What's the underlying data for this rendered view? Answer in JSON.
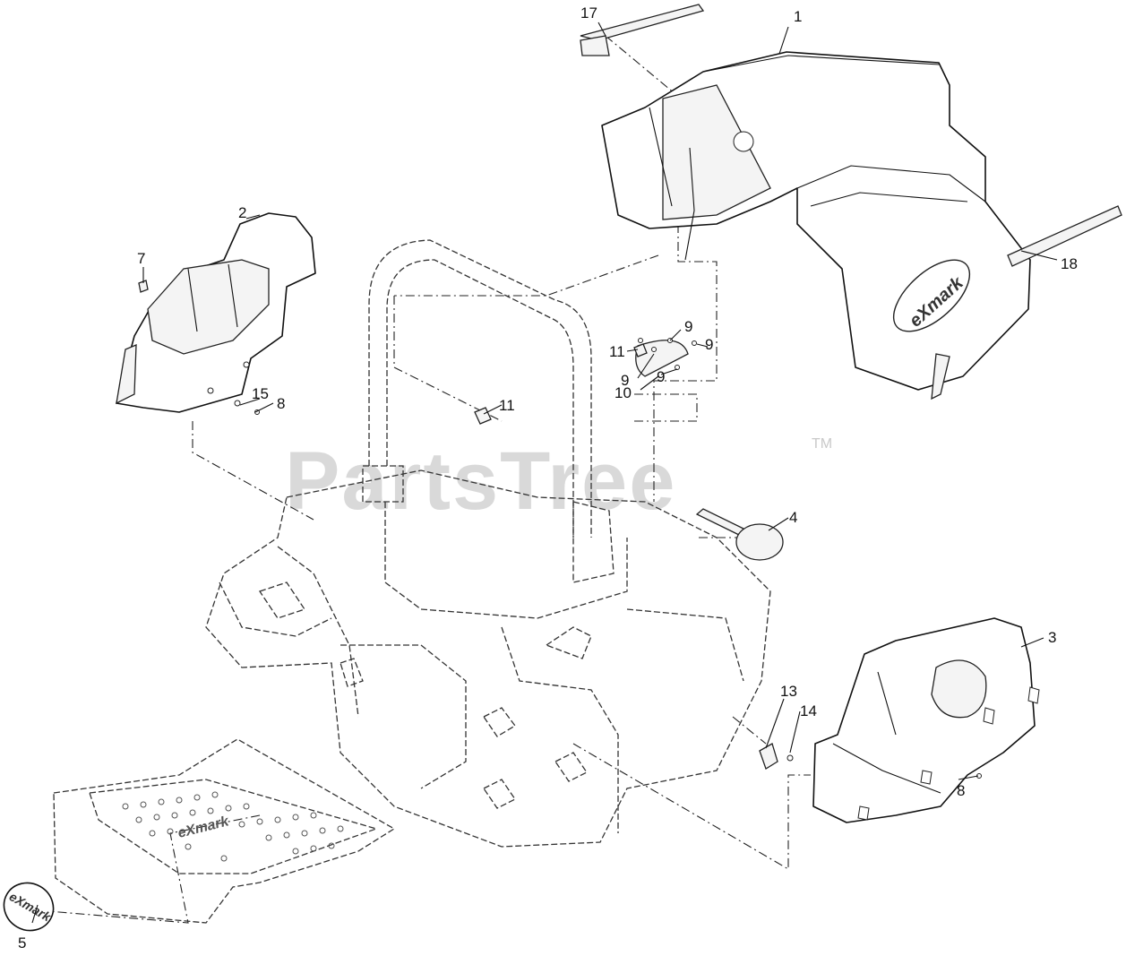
{
  "watermark": {
    "text": "PartsTree",
    "tm": "TM"
  },
  "callouts": [
    {
      "id": "c1",
      "label": "1"
    },
    {
      "id": "c2",
      "label": "2"
    },
    {
      "id": "c3",
      "label": "3"
    },
    {
      "id": "c4",
      "label": "4"
    },
    {
      "id": "c5",
      "label": "5"
    },
    {
      "id": "c7",
      "label": "7"
    },
    {
      "id": "c8a",
      "label": "8"
    },
    {
      "id": "c8b",
      "label": "8"
    },
    {
      "id": "c9a",
      "label": "9"
    },
    {
      "id": "c9b",
      "label": "9"
    },
    {
      "id": "c9c",
      "label": "9"
    },
    {
      "id": "c9d",
      "label": "9"
    },
    {
      "id": "c10",
      "label": "10"
    },
    {
      "id": "c11a",
      "label": "11"
    },
    {
      "id": "c11b",
      "label": "11"
    },
    {
      "id": "c13",
      "label": "13"
    },
    {
      "id": "c14",
      "label": "14"
    },
    {
      "id": "c15",
      "label": "15"
    },
    {
      "id": "c17",
      "label": "17"
    },
    {
      "id": "c18",
      "label": "18"
    }
  ],
  "decals": {
    "hood_logo": "eXmark",
    "plate_logo": "eXmark",
    "badge_logo": "eXmark"
  }
}
